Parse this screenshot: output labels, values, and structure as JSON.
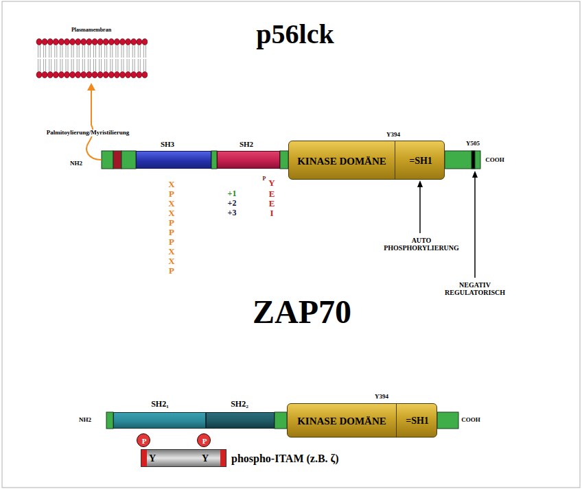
{
  "diagram": {
    "title": "p56lck",
    "nodes": [
      {
        "text": [
          "Plasmamembran"
        ]
      },
      {
        "text": [
          "SH3"
        ]
      },
      {
        "text": [
          "SH2"
        ]
      },
      {
        "text": [
          "KINASE DOMÄNE",
          "=SH1"
        ]
      },
      {
        "text": [
          "SH2₁"
        ]
      },
      {
        "text": [
          "SH2₂"
        ]
      },
      {
        "text": [
          "KINASE DOMÄNE",
          "=SH1"
        ]
      },
      {
        "text": [
          "P"
        ]
      },
      {
        "text": [
          "P"
        ]
      },
      {
        "text": [
          "Y",
          "Y",
          "phospho-ITAM (z.B. ζ)"
        ]
      }
    ],
    "labels": [
      "NH2",
      "Y394",
      "Y505",
      "COOH",
      "Palmitoylierung/Myristilierung",
      "X P X X P P P X X P",
      "P",
      "Y",
      "+1",
      "E",
      "+2",
      "E",
      "+3",
      "I",
      "AUTO PHOSPHORYLIERUNG",
      "NEGATIV REGULATORISCH",
      "ZAP70",
      "NH2",
      "Y394",
      "COOH"
    ]
  }
}
